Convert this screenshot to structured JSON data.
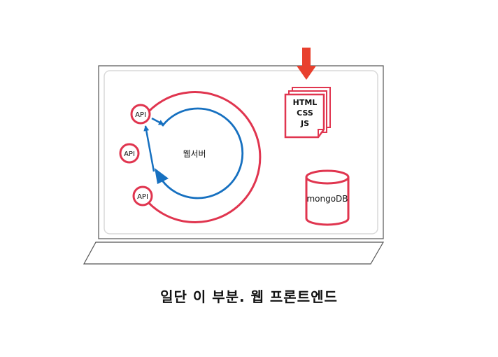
{
  "diagram": {
    "web_server_label": "웹서버",
    "api_labels": [
      "API",
      "API",
      "API"
    ],
    "file_lines": [
      "HTML",
      "CSS",
      "JS"
    ],
    "database_label": "mongoDB",
    "caption": "일단 이 부분. 웹 프론트엔드"
  },
  "colors": {
    "red": "#e0354f",
    "blue": "#1670c0",
    "arrow_red": "#e8402e",
    "outline": "#555555",
    "screen_border": "#d9d9d9"
  }
}
